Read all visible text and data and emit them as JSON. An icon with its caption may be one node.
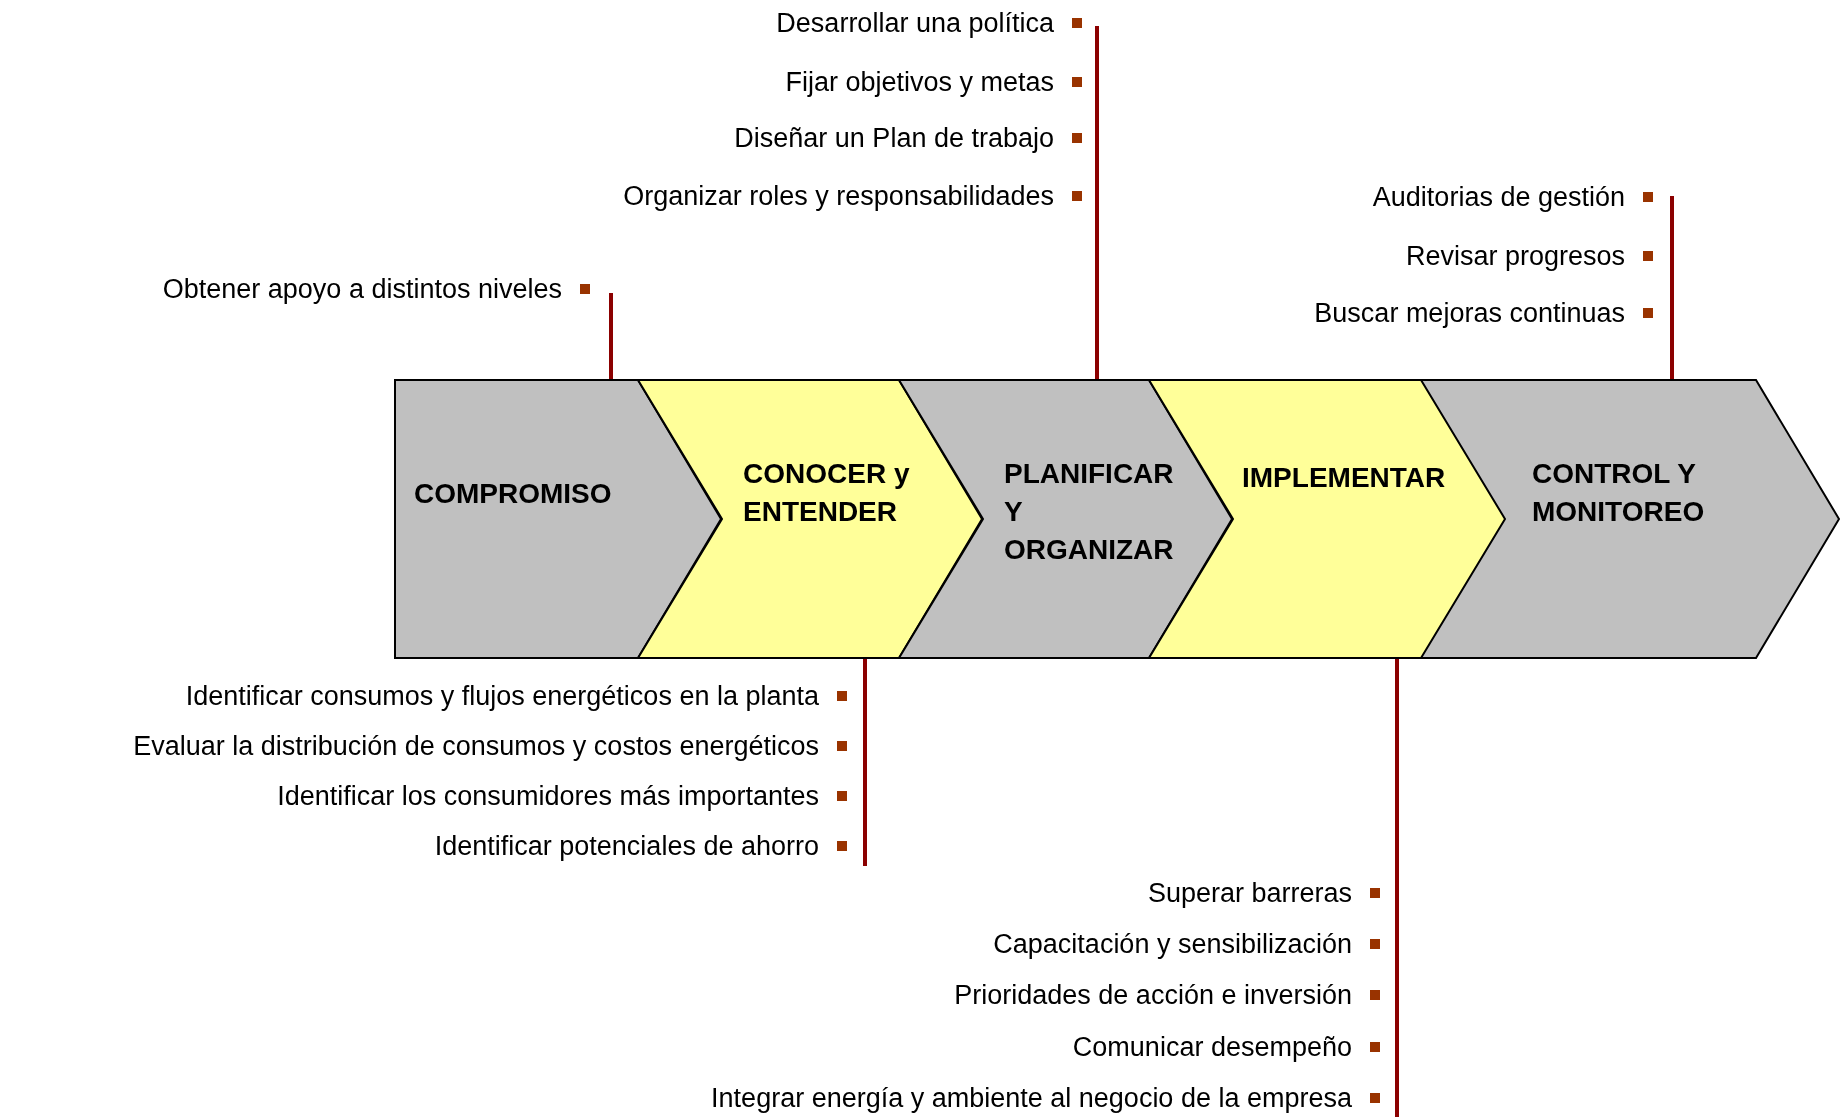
{
  "diagram": {
    "nodes": [
      {
        "text": [
          "COMPROMISO"
        ]
      },
      {
        "text": [
          "CONOCER y ENTENDER"
        ]
      },
      {
        "text": [
          "PLANIFICAR Y ORGANIZAR"
        ]
      },
      {
        "text": [
          "IMPLEMENTAR"
        ]
      },
      {
        "text": [
          "CONTROL Y MONITOREO"
        ]
      },
      {
        "text": [
          "Obtener apoyo a distintos niveles"
        ]
      },
      {
        "text": [
          "Desarrollar una política",
          "Fijar objetivos y metas",
          "Diseñar un Plan de trabajo",
          "Organizar roles y responsabilidades"
        ]
      },
      {
        "text": [
          "Auditorias de gestión",
          "Revisar progresos",
          "Buscar mejoras continuas"
        ]
      },
      {
        "text": [
          "Identificar consumos y flujos energéticos en la planta",
          "Evaluar la distribución de consumos y costos energéticos",
          "Identificar los consumidores más importantes",
          "Identificar potenciales de ahorro"
        ]
      },
      {
        "text": [
          "Superar barreras",
          "Capacitación y sensibilización",
          "Prioridades de acción e inversión",
          "Comunicar desempeño",
          "Integrar energía y ambiente al negocio de la empresa"
        ]
      }
    ],
    "edges": [
      {
        "from": 0,
        "to": 5,
        "arrow": "none"
      },
      {
        "from": 2,
        "to": 6,
        "arrow": "none"
      },
      {
        "from": 4,
        "to": 7,
        "arrow": "none"
      },
      {
        "from": 1,
        "to": 8,
        "arrow": "none"
      },
      {
        "from": 3,
        "to": 9,
        "arrow": "none"
      }
    ]
  }
}
